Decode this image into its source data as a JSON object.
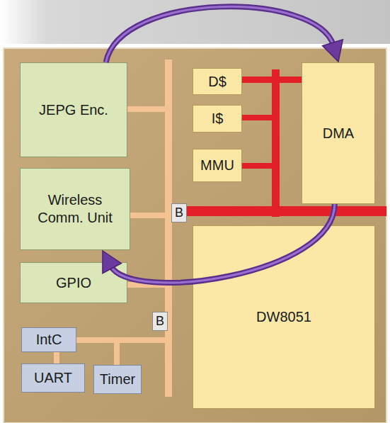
{
  "diagram": {
    "nodes": [
      {
        "text": [
          "JEPG Enc."
        ]
      },
      {
        "text": [
          "D$"
        ]
      },
      {
        "text": [
          "DMA"
        ]
      },
      {
        "text": [
          "I$"
        ]
      },
      {
        "text": [
          "MMU"
        ]
      },
      {
        "text": [
          "Wireless Comm. Unit"
        ]
      },
      {
        "text": [
          "B"
        ]
      },
      {
        "text": [
          "GPIO"
        ]
      },
      {
        "text": [
          "DW8051"
        ]
      },
      {
        "text": [
          "B"
        ]
      },
      {
        "text": [
          "IntC"
        ]
      },
      {
        "text": [
          "UART"
        ]
      },
      {
        "text": [
          "Timer"
        ]
      }
    ],
    "edges": [
      {
        "from": 0,
        "to": 2,
        "arrow": "to"
      },
      {
        "from": 2,
        "to": 5,
        "arrow": "to"
      }
    ]
  }
}
